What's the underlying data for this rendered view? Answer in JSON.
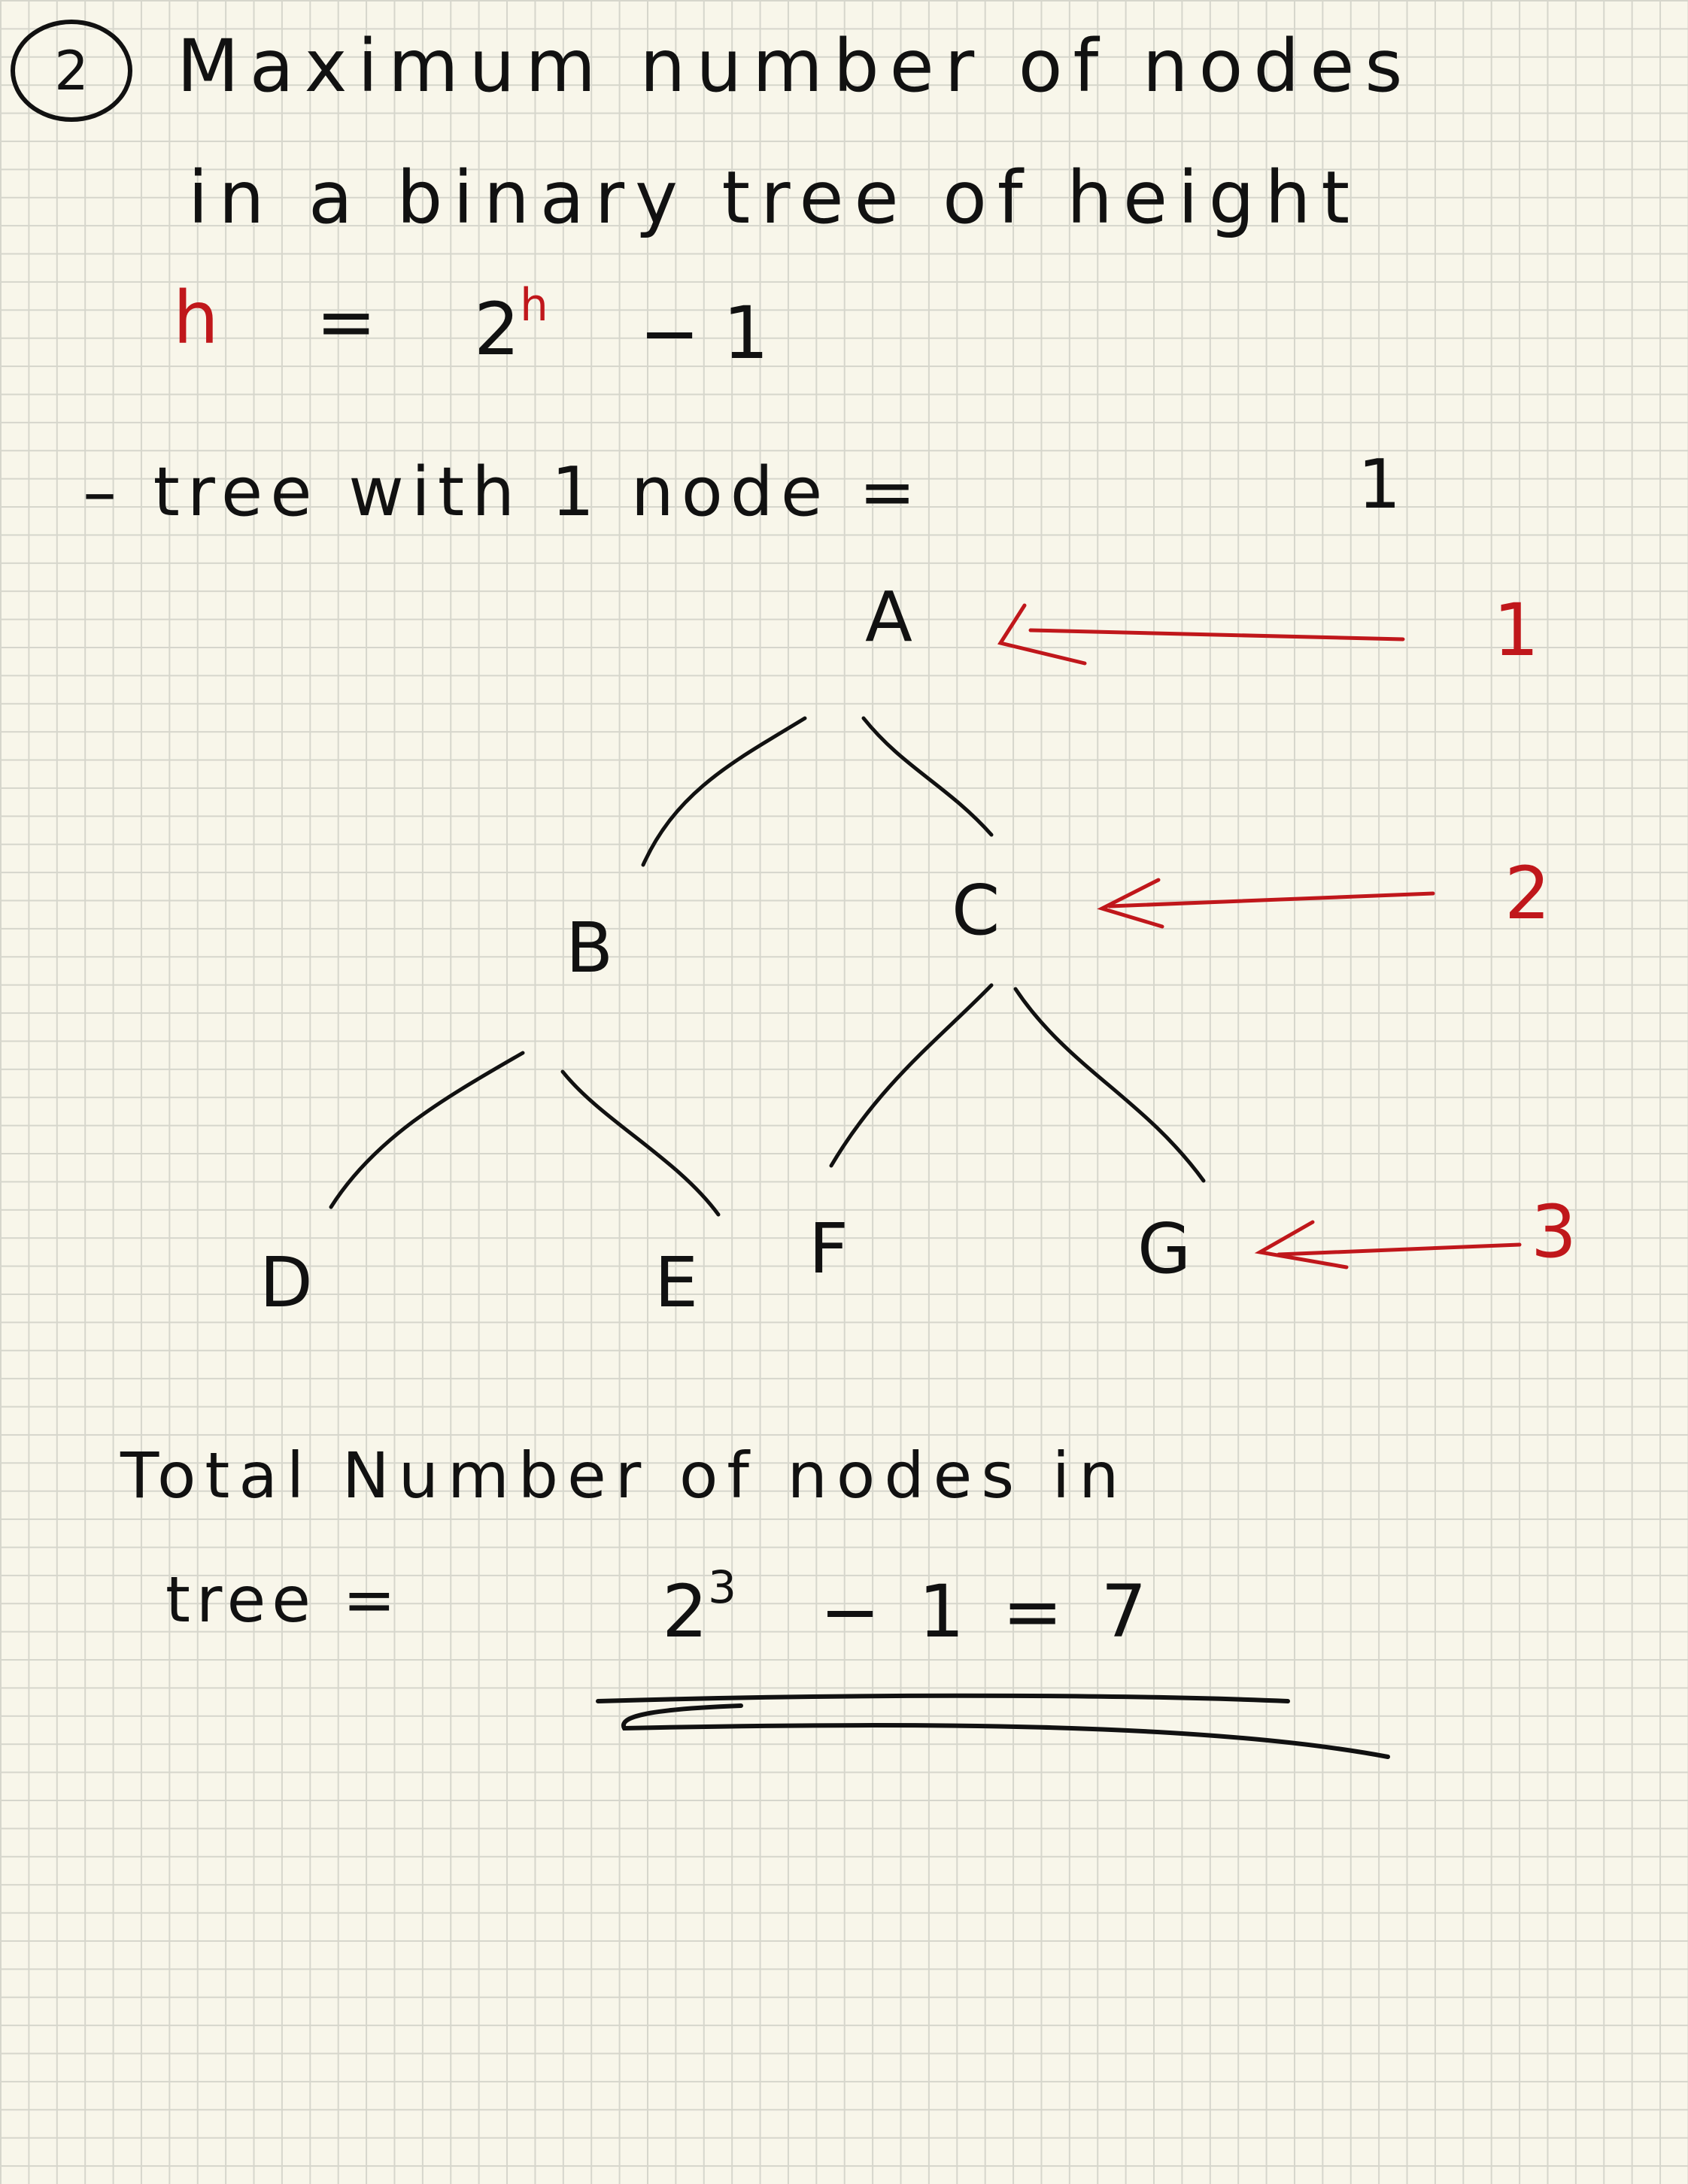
{
  "note": {
    "item_number": "2",
    "heading": {
      "line1": "Maximum number of nodes",
      "line2": "in a binary tree of height",
      "h_label": "h",
      "formula_eq": "=",
      "formula_base": "2",
      "formula_exp": "h",
      "formula_tail": "− 1"
    },
    "example": {
      "label": "– tree with 1 node =",
      "value": "1"
    },
    "tree": {
      "nodes": [
        {
          "id": "A",
          "label": "A",
          "level": 1
        },
        {
          "id": "B",
          "label": "B",
          "level": 2
        },
        {
          "id": "C",
          "label": "C",
          "level": 2
        },
        {
          "id": "D",
          "label": "D",
          "level": 3
        },
        {
          "id": "E",
          "label": "E",
          "level": 3
        },
        {
          "id": "F",
          "label": "F",
          "level": 3
        },
        {
          "id": "G",
          "label": "G",
          "level": 3
        }
      ],
      "edges": [
        [
          "A",
          "B"
        ],
        [
          "A",
          "C"
        ],
        [
          "B",
          "D"
        ],
        [
          "B",
          "E"
        ],
        [
          "C",
          "F"
        ],
        [
          "C",
          "G"
        ]
      ],
      "level_labels": [
        "1",
        "2",
        "3"
      ]
    },
    "total": {
      "line1": "Total Number of nodes in",
      "line2_label": "tree =",
      "base": "2",
      "exp": "3",
      "tail": "− 1 = 7"
    },
    "colors": {
      "ink": "#111111",
      "red_ink": "#c0171b",
      "paper": "#f8f6ea",
      "grid": "#d6d6cc"
    }
  }
}
